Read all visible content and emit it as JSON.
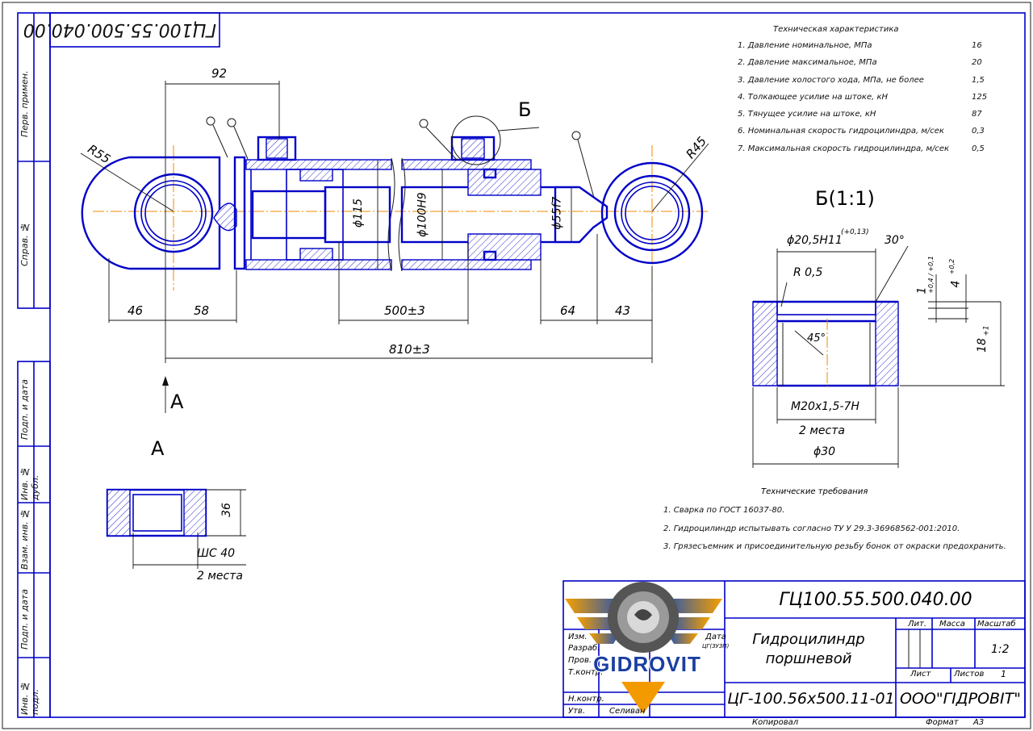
{
  "drawing": {
    "code_mirrored": "ГЦ100.55.500.040.00",
    "code": "ГЦ100.55.500.040.00",
    "name_line1": "Гидроцилиндр",
    "name_line2": "поршневой",
    "designation": "ЦГ-100.56х500.11-01",
    "company": "ООО\"ГІДРОВІТ\"",
    "scale": "1:2",
    "sheets_total": "1",
    "copied_label": "Копировал",
    "format_label": "Формат",
    "format_value": "А3",
    "logo_text": "GIDROVIT"
  },
  "side_stamp": {
    "perv_primen": "Перв. примен.",
    "sprav_no": "Справ. №",
    "podp_data_1": "Подп. и дата",
    "inv_dubl": "Инв. № дубл.",
    "vzam_inv": "Взам. инв. №",
    "podp_data_2": "Подп. и дата",
    "inv_podl": "Инв. № подл."
  },
  "title_block": {
    "lit": "Лит.",
    "massa": "Масса",
    "masshtab": "Масштаб",
    "list": "Лист",
    "listov": "Листов",
    "izm": "Изм.",
    "data": "Дата",
    "razrab": "Разраб.",
    "prov": "Пров.",
    "tkontr": "Т.контр.",
    "nkontr": "Н.контр.",
    "utv": "Утв.",
    "selivan": "Селиван",
    "partial_code": "ЦГ(ЗУЗП)"
  },
  "specs": {
    "title": "Техническая характеристика",
    "rows": [
      {
        "label": "1. Давление номинальное, МПа",
        "value": "16"
      },
      {
        "label": "2. Давление максимальное, МПа",
        "value": "20"
      },
      {
        "label": "3. Давление холостого хода, МПа, не более",
        "value": "1,5"
      },
      {
        "label": "4. Толкающее усилие на штоке, кН",
        "value": "125"
      },
      {
        "label": "5. Тянущее усилие на штоке, кН",
        "value": "87"
      },
      {
        "label": "6. Номинальная скорость гидроцилиндра, м/сек",
        "value": "0,3"
      },
      {
        "label": "7. Максимальная скорость гидроцилиндра, м/сек",
        "value": "0,5"
      }
    ]
  },
  "requirements": {
    "title": "Технические требования",
    "items": [
      "1. Сварка по ГОСТ 16037-80.",
      "2. Гидроцилиндр испытывать согласно ТУ У 29.3-36968562-001:2010.",
      "3. Грязесъемник и присоединительную резьбу бонок от окраски предохранить."
    ]
  },
  "main_view": {
    "dim_92": "92",
    "dim_46": "46",
    "dim_58": "58",
    "dim_500": "500±3",
    "dim_64": "64",
    "dim_43": "43",
    "dim_810": "810±3",
    "r55": "R55",
    "r45": "R45",
    "d115": "ϕ115",
    "d100": "ϕ100H9",
    "d55": "ϕ55f7",
    "label_B": "Б",
    "label_A": "А"
  },
  "detail_B": {
    "title": "Б(1:1)",
    "d20": "ϕ20,5H11",
    "d20_tol": "(+0,13)",
    "angle30": "30°",
    "r05": "R 0,5",
    "dim_1": "1",
    "dim_1_tol": "+0,4 / +0,1",
    "dim_4": "4",
    "dim_4_tol": "+0,2",
    "angle45": "45°",
    "dim_18": "18",
    "dim_18_tol": "+1",
    "thread": "М20х1,5-7Н",
    "places": "2 места",
    "d30": "ϕ30"
  },
  "view_A": {
    "title": "А",
    "dim_36": "36",
    "bearing": "ШС 40",
    "places": "2 места"
  }
}
